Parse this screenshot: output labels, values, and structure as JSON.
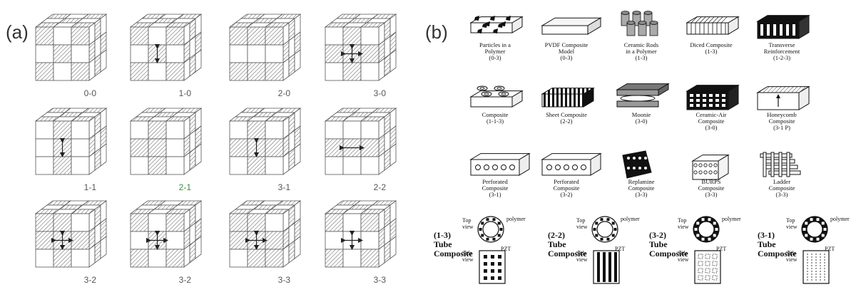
{
  "panel_a": {
    "label": "(a)",
    "cubes": [
      {
        "caption": "0-0",
        "green": false
      },
      {
        "caption": "1-0",
        "green": false
      },
      {
        "caption": "2-0",
        "green": false
      },
      {
        "caption": "3-0",
        "green": false
      },
      {
        "caption": "1-1",
        "green": false
      },
      {
        "caption": "2-1",
        "green": true
      },
      {
        "caption": "3-1",
        "green": false
      },
      {
        "caption": "2-2",
        "green": false
      },
      {
        "caption": "3-2",
        "green": false
      },
      {
        "caption": "3-2",
        "green": false
      },
      {
        "caption": "3-3",
        "green": false
      },
      {
        "caption": "3-3",
        "green": false
      }
    ]
  },
  "panel_b": {
    "label": "(b)",
    "items": [
      {
        "lines": [
          "Particles in a",
          "Polymer",
          "(0-3)"
        ],
        "kind": "particles"
      },
      {
        "lines": [
          "PVDF Composite",
          "Model",
          "(0-3)"
        ],
        "kind": "pvdf"
      },
      {
        "lines": [
          "Ceramic Rods",
          "in a Polymer",
          "(1-3)"
        ],
        "kind": "rods"
      },
      {
        "lines": [
          "Diced Composite",
          "(1-3)"
        ],
        "kind": "diced"
      },
      {
        "lines": [
          "Transverse",
          "Reinforcement",
          "(1-2-3)"
        ],
        "kind": "transverse"
      },
      {
        "lines": [
          "Composite",
          "(1-1-3)"
        ],
        "kind": "rings"
      },
      {
        "lines": [
          "Sheet Composite",
          "(2-2)"
        ],
        "kind": "sheet"
      },
      {
        "lines": [
          "Moonie",
          "(3-0)"
        ],
        "kind": "moonie"
      },
      {
        "lines": [
          "Ceramic-Air",
          "Composite",
          "(3-0)"
        ],
        "kind": "ceramicair"
      },
      {
        "lines": [
          "Honeycomb",
          "Composite",
          "(3-1 P)"
        ],
        "kind": "honeycomb"
      },
      {
        "lines": [
          "Perforated",
          "Composite",
          "(3-1)"
        ],
        "kind": "perforated"
      },
      {
        "lines": [
          "Perforated",
          "Composite",
          "(3-2)"
        ],
        "kind": "perforated"
      },
      {
        "lines": [
          "Replamine",
          "Composite",
          "(3-3)"
        ],
        "kind": "replamine"
      },
      {
        "lines": [
          "BURPS",
          "Composite",
          "(3-3)"
        ],
        "kind": "burps"
      },
      {
        "lines": [
          "Ladder",
          "Composite",
          "(3-3)"
        ],
        "kind": "ladder"
      }
    ],
    "tubes": [
      {
        "title": [
          "(1-3)",
          "Tube",
          "Composite"
        ],
        "top_view": [
          "Top",
          "view"
        ],
        "side_view": [
          "Side",
          "view"
        ],
        "polymer": "polymer",
        "pzt": "PZT",
        "variant": "dots"
      },
      {
        "title": [
          "(2-2)",
          "Tube",
          "Composite"
        ],
        "top_view": [
          "Top",
          "view"
        ],
        "side_view": [
          "Side",
          "view"
        ],
        "polymer": "polymer",
        "pzt": "PZT",
        "variant": "stripes"
      },
      {
        "title": [
          "(3-2)",
          "Tube",
          "Composite"
        ],
        "top_view": [
          "Top",
          "view"
        ],
        "side_view": [
          "Side",
          "view"
        ],
        "polymer": "polymer",
        "pzt": "PZT",
        "variant": "dashed"
      },
      {
        "title": [
          "(3-1)",
          "Tube",
          "Composite"
        ],
        "top_view": [
          "Top",
          "view"
        ],
        "side_view": [
          "Side",
          "view"
        ],
        "polymer": "polymer",
        "pzt": "PZT",
        "variant": "lines"
      }
    ]
  }
}
